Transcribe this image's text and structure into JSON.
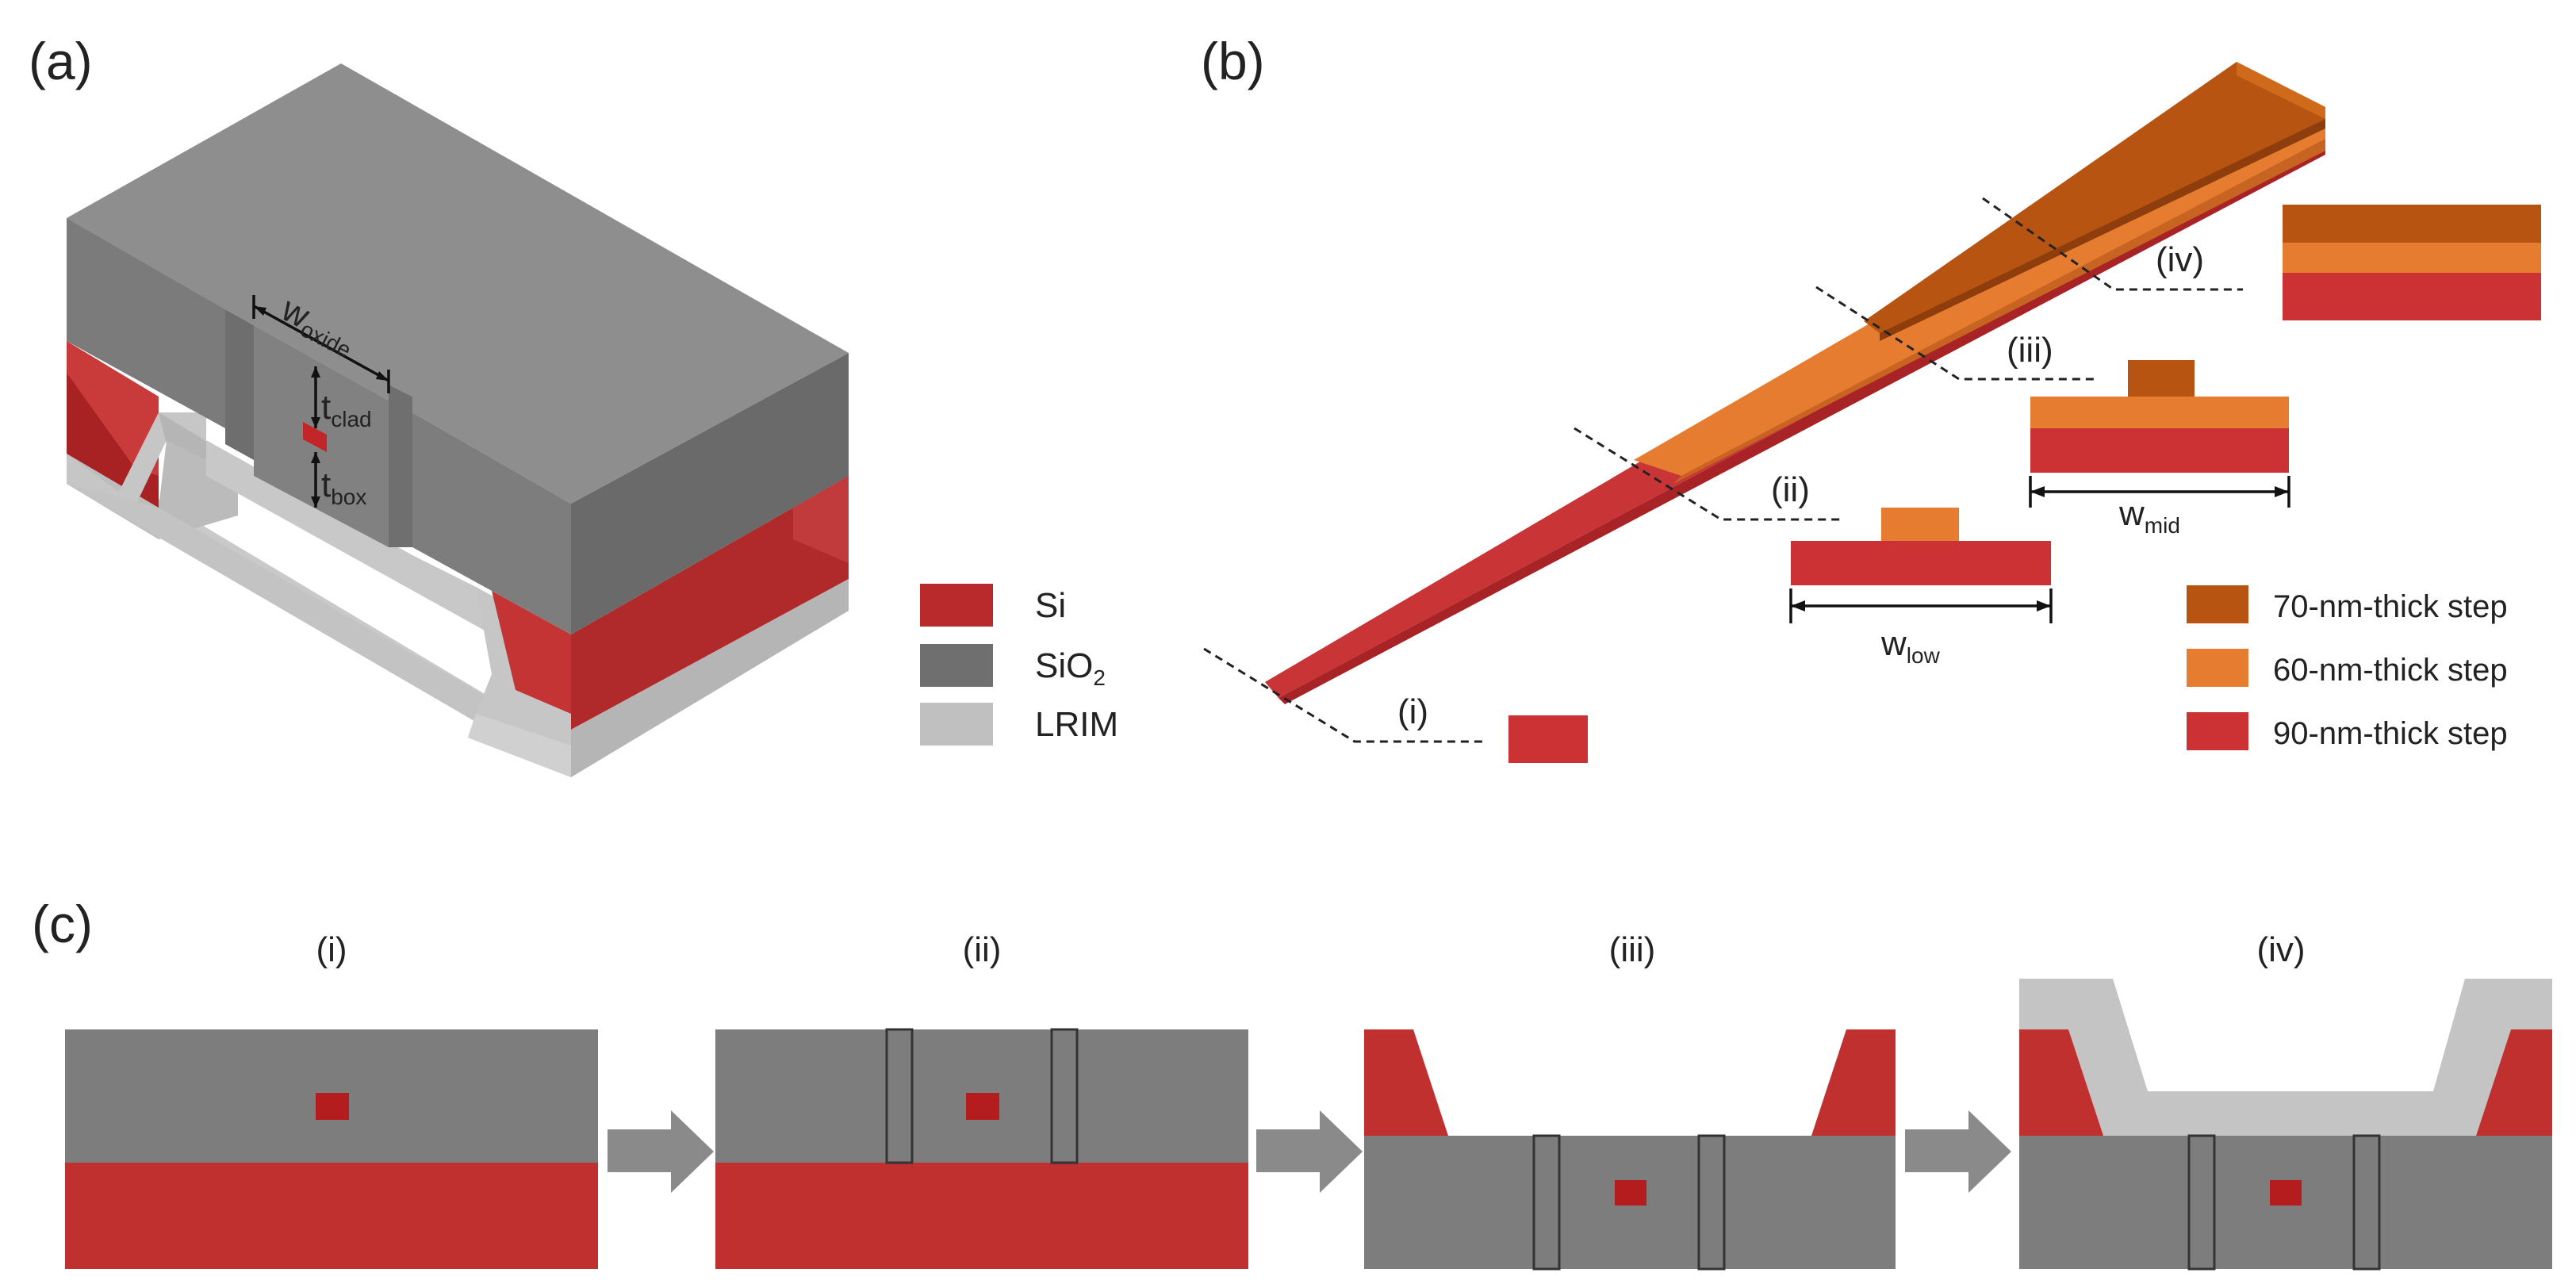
{
  "panels": {
    "a": "(a)",
    "b": "(b)",
    "c": "(c)"
  },
  "panel_a": {
    "dims": {
      "w": "w",
      "w_sub": "oxide",
      "t_clad": "t",
      "t_clad_sub": "clad",
      "t_box": "t",
      "t_box_sub": "box"
    },
    "legend": [
      {
        "label": "Si",
        "sub": "",
        "color": "#b92a2c"
      },
      {
        "label": "SiO",
        "sub": "2",
        "color": "#6f6f6f"
      },
      {
        "label": "LRIM",
        "sub": "",
        "color": "#c0c0c0"
      }
    ]
  },
  "panel_b": {
    "sections": [
      "(i)",
      "(ii)",
      "(iii)",
      "(iv)"
    ],
    "w_low": "w",
    "w_low_sub": "low",
    "w_mid": "w",
    "w_mid_sub": "mid",
    "legend": [
      {
        "label": "70-nm-thick step",
        "color": "#b85412"
      },
      {
        "label": "60-nm-thick step",
        "color": "#e57c2f"
      },
      {
        "label": "90-nm-thick step",
        "color": "#cc3133"
      }
    ]
  },
  "panel_c": {
    "steps": [
      "(i)",
      "(ii)",
      "(iii)",
      "(iv)"
    ]
  },
  "colors": {
    "si": "#c0302f",
    "si_dark": "#a22224",
    "oxide": "#7d7d7d",
    "oxide_light": "#8c8c8c",
    "oxide_dark": "#656565",
    "lrim": "#c4c4c4",
    "arrow": "#8a8a8a",
    "step70": "#b85412",
    "step60": "#e57c2f",
    "step90": "#cc3133"
  }
}
